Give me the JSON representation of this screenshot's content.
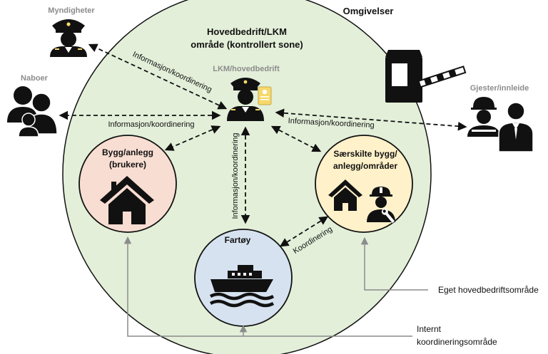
{
  "labels": {
    "environment": "Omgivelser",
    "main_area_line1": "Hovedbedrift/LKM",
    "main_area_line2": "område (kontrollert sone)",
    "authorities": "Myndigheter",
    "neighbours": "Naboer",
    "lkm": "LKM/hovedbedrift",
    "guests": "Gjester/innleide",
    "building_line1": "Bygg/anlegg",
    "building_line2": "(brukere)",
    "special_line1": "Særskilte bygg/",
    "special_line2": "anlegg/områder",
    "vessel": "Fartøy",
    "eget": "Eget hovedbedriftsområde",
    "internt_line1": "Internt",
    "internt_line2": "koordineringsområde"
  },
  "connections": {
    "to_authorities": "Informasjon/koordinering",
    "to_neighbours": "Informasjon/koordinering",
    "to_guests": "Informasjon/koordinering",
    "to_vessel": "Informasjon/koordinering",
    "special_to_vessel": "Koordinering"
  },
  "icons": {
    "authorities": "police-officer-icon",
    "neighbours": "people-group-icon",
    "lkm": "officer-with-badge-icon",
    "gate": "boom-gate-icon",
    "guests": "worker-and-businessman-icon",
    "building": "house-icon",
    "special_house": "house-icon",
    "special_worker": "engineer-icon",
    "vessel": "ship-icon"
  },
  "colors": {
    "main_circle": "#e3efd9",
    "building_circle": "#f8ddd2",
    "special_circle": "#fff1c9",
    "vessel_circle": "#d6e2ef",
    "badge": "#f7d86b"
  }
}
